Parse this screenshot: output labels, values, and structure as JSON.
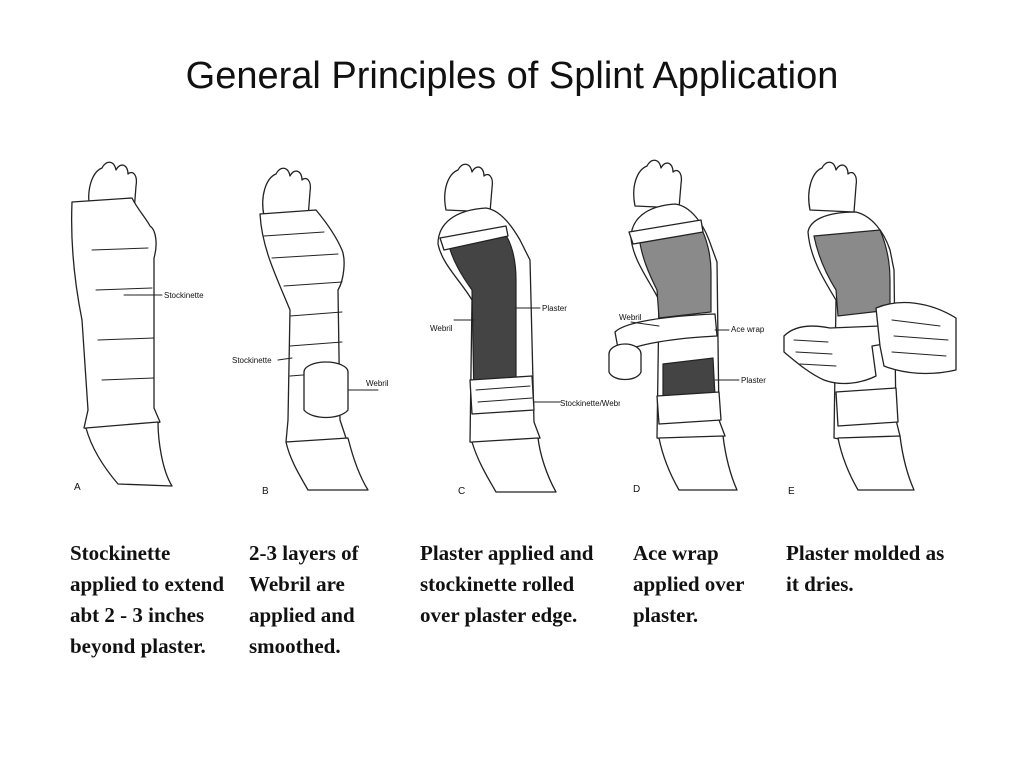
{
  "title": "General Principles of Splint Application",
  "figures": [
    {
      "letter": "A",
      "labels": [
        "Stockinette"
      ]
    },
    {
      "letter": "B",
      "labels": [
        "Stockinette",
        "Webril"
      ]
    },
    {
      "letter": "C",
      "labels": [
        "Webril",
        "Plaster",
        "Stockinette/Webril"
      ]
    },
    {
      "letter": "D",
      "labels": [
        "Webril",
        "Ace wrap",
        "Plaster"
      ]
    },
    {
      "letter": "E",
      "labels": []
    }
  ],
  "captions": [
    "Stockinette applied to extend abt 2 - 3 inches beyond plaster.",
    "2-3 layers of Webril are applied and smoothed.",
    "Plaster applied and stockinette rolled over plaster edge.",
    "Ace wrap applied over plaster.",
    "Plaster molded as it dries."
  ]
}
